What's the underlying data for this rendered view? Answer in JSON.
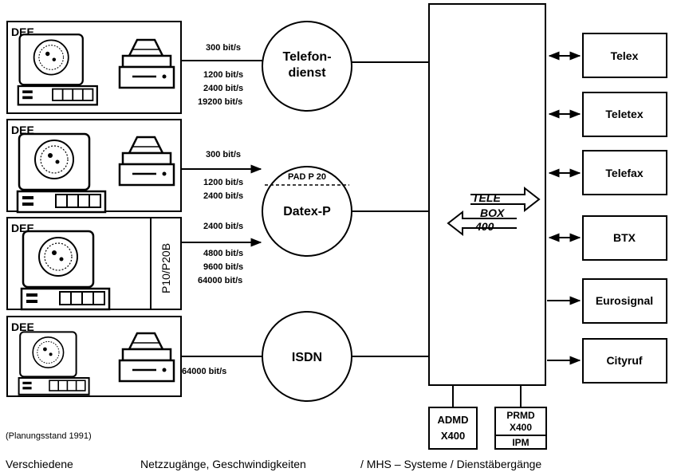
{
  "terminals": [
    {
      "label": "DEE",
      "rates": [
        "300 bit/s",
        "1200 bit/s",
        "2400 bit/s",
        "19200 bit/s"
      ]
    },
    {
      "label": "DEE",
      "rates": [
        "300 bit/s",
        "1200 bit/s",
        "2400 bit/s"
      ]
    },
    {
      "label": "DEE",
      "side_label": "P10/P20B",
      "rates": [
        "2400 bit/s",
        "4800 bit/s",
        "9600 bit/s",
        "64000 bit/s"
      ]
    },
    {
      "label": "DEE",
      "rates": [
        "64000 bit/s"
      ]
    }
  ],
  "networks": [
    {
      "line1": "Telefon-",
      "line2": "dienst"
    },
    {
      "pad": "PAD P 20",
      "line1": "Datex-P"
    },
    {
      "line1": "ISDN"
    }
  ],
  "telebox": {
    "line1": "TELE",
    "line2": "BOX",
    "line3": "400"
  },
  "services": [
    "Telex",
    "Teletex",
    "Telefax",
    "BTX",
    "Eurosignal",
    "Cityruf"
  ],
  "bottom_boxes": {
    "admd": {
      "line1": "ADMD",
      "line2": "X400"
    },
    "prmd": {
      "line1": "PRMD",
      "line2": "X400",
      "line3": "IPM"
    }
  },
  "status_note": "(Planungsstand 1991)",
  "caption": {
    "part1": "Verschiedene",
    "part2": "Netzzugänge, Geschwindigkeiten",
    "part3": "/ MHS – Systeme / Dienstäbergänge"
  }
}
